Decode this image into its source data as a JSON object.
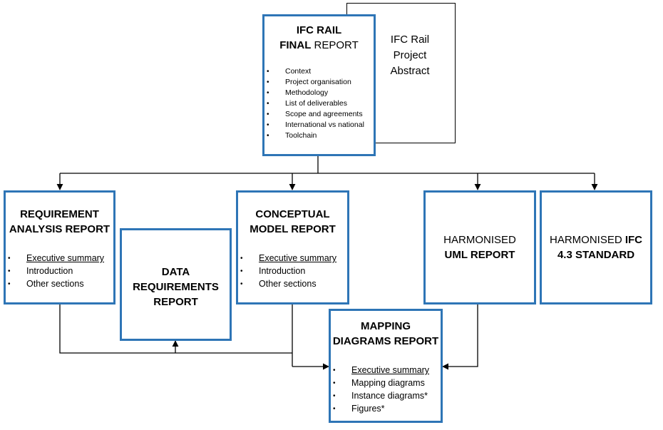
{
  "final_report": {
    "title_line1": "IFC RAIL",
    "title_line2": "FINAL",
    "title_line2_rest": "REPORT",
    "items": [
      "Context",
      "Project organisation",
      "Methodology",
      "List of deliverables",
      "Scope and agreements",
      "International vs national",
      "Toolchain"
    ]
  },
  "abstract": {
    "line1": "IFC Rail",
    "line2": "Project",
    "line3": "Abstract"
  },
  "requirement_report": {
    "line1": "REQUIREMENT",
    "line2": "ANALYSIS REPORT",
    "items": [
      "Executive summary",
      "Introduction",
      "Other sections"
    ]
  },
  "data_requirements_report": {
    "line1": "DATA",
    "line2": "REQUIREMENTS",
    "line3": "REPORT"
  },
  "conceptual_report": {
    "line1": "CONCEPTUAL",
    "line2": "MODEL REPORT",
    "items": [
      "Executive summary",
      "Introduction",
      "Other sections"
    ]
  },
  "harmonised_uml": {
    "line1": "HARMONISED",
    "line2": "UML REPORT"
  },
  "harmonised_ifc": {
    "line1_a": "HARMONISED",
    "line1_b": "IFC",
    "line2": "4.3 STANDARD"
  },
  "mapping_report": {
    "line1": "MAPPING",
    "line2": "DIAGRAMS REPORT",
    "items": [
      "Executive summary",
      "Mapping diagrams",
      "Instance diagrams*",
      "Figures*"
    ]
  },
  "colors": {
    "box_border": "#2e75b6",
    "line": "#000000"
  }
}
